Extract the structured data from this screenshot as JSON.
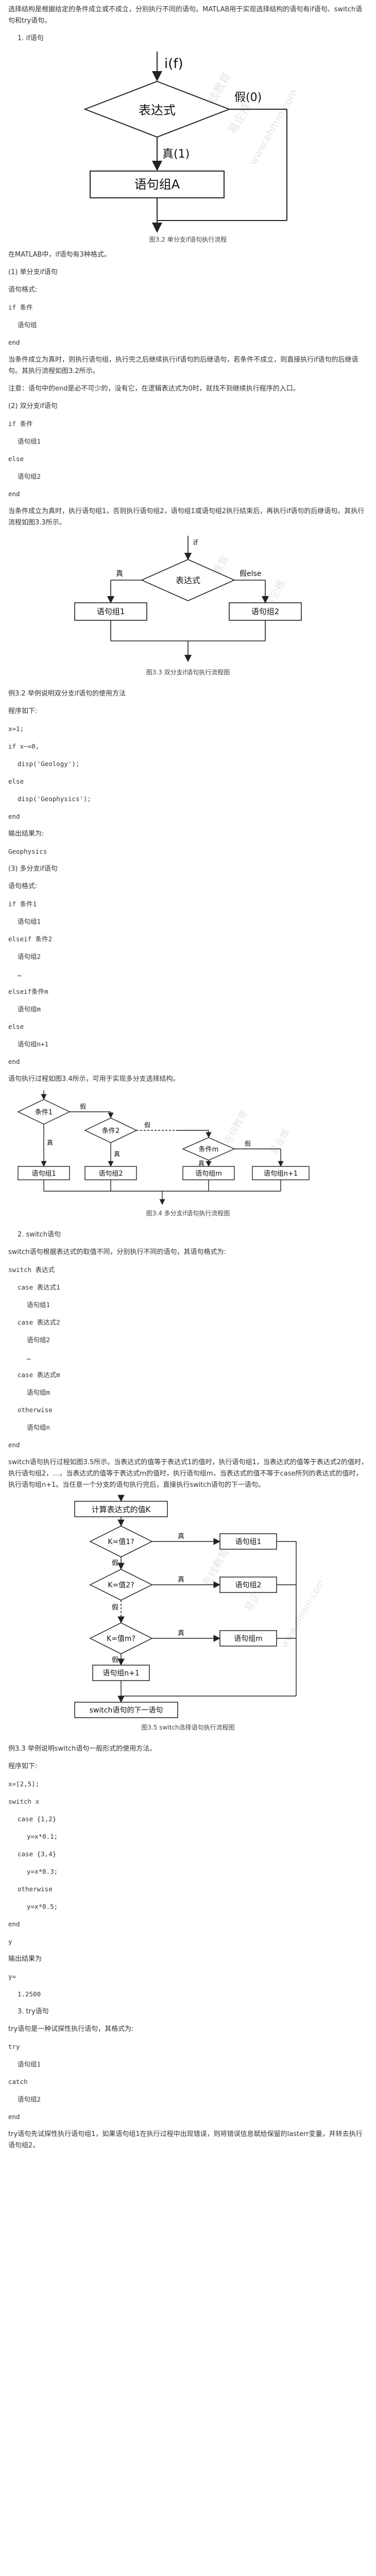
{
  "intro": "选择结构是根据给定的条件成立或不成立，分别执行不同的语句。MATLAB用于实现选择结构的语句有if语句、switch语句和try语句。",
  "sec1_title": "1. if语句",
  "fig1": {
    "caption": "图3.2 单分支if语句执行流程",
    "cond_label": "i(f)",
    "expr_label": "表达式",
    "false_label": "假(0)",
    "true_label": "真(1)",
    "stmt_label": "语句组A",
    "watermarks": [
      "在线教育",
      "易企推",
      "www.ehmm.com"
    ]
  },
  "s1_p1": "在MATLAB中，if语句有3种格式。",
  "s1_single_title": "(1) 单分支if语句",
  "s1_syntax_label": "语句格式:",
  "s1_single_code": [
    "if 条件",
    "语句组",
    "end"
  ],
  "s1_single_desc": "当条件成立为真时，则执行语句组，执行完之后继续执行if语句的后继语句，若条件不成立，则直接执行if语句的后继语句。其执行流程如图3.2所示。",
  "s1_note": "注意：语句中的end是必不可少的，没有它，在逻辑表达式为0时，就找不到继续执行程序的入口。",
  "s1_double_title": "(2) 双分支if语句",
  "s1_double_code": [
    "if 条件",
    "语句组1",
    "else",
    "语句组2",
    "end"
  ],
  "s1_double_desc": "当条件成立为真时，执行语句组1，否则执行语句组2，语句组1或语句组2执行结束后，再执行if语句的后继语句。其执行流程如图3.3所示。",
  "fig2": {
    "caption": "图3.3 双分支if语句执行流程图",
    "if_label": "if",
    "expr_label": "表达式",
    "true_label": "真",
    "else_label": "假else",
    "stmt1": "语句组1",
    "stmt2": "语句组2"
  },
  "ex1_title": "例3.2 举例说明双分支if语句的使用方法",
  "ex1_program_label": "程序如下:",
  "ex1_code": [
    "x=1;",
    "if x~=0,",
    "disp('Geology');",
    "else",
    "disp('Geophysics');",
    "end"
  ],
  "ex1_output_label": "输出结果为:",
  "ex1_output": "Geophysics",
  "s1_multi_title": "(3) 多分支if语句",
  "s1_multi_syntax_label": "语句格式:",
  "s1_multi_code": [
    "if 条件1",
    "语句组1",
    "elseif 条件2",
    "语句组2",
    "…",
    "elseif条件m",
    "语句组m",
    "else",
    "语句组n+1",
    "end"
  ],
  "s1_multi_desc": "语句执行过程如图3.4所示，可用于实现多分支选择结构。",
  "fig3": {
    "caption": "图3.4 多分支if语句执行流程图",
    "cond1": "条件1",
    "cond2": "条件2",
    "condm": "条件m",
    "true_label": "真",
    "false_label": "假",
    "stmt1": "语句组1",
    "stmt2": "语句组2",
    "stmtm": "语句组m",
    "stmtn": "语句组n+1"
  },
  "sec2_title": "2. switch语句",
  "s2_p1": "switch语句根据表达式的取值不同，分别执行不同的语句，其语句格式为:",
  "s2_code": [
    "switch 表达式",
    "case 表达式1",
    "语句组1",
    "case 表达式2",
    "语句组2",
    "…",
    "case 表达式m",
    "语句组m",
    "otherwise",
    "语句组n",
    "end"
  ],
  "s2_desc": "switch语句执行过程如图3.5所示。当表达式的值等于表达式1的值时，执行语句组1，当表达式的值等于表达式2的值时，执行语句组2，…，当表达式的值等于表达式m的值时，执行语句组m，当表达式的值不等于case所列的表达式的值时，执行语句组n+1。当任意一个分支的语句执行完后，直接执行switch语句的下一语句。",
  "fig4": {
    "caption": "图3.5 switch选择语句执行流程图",
    "calc": "计算表达式的值K",
    "k1": "K=值1?",
    "k2": "K=值2?",
    "km": "K=值m?",
    "true_label": "真",
    "false_label": "假",
    "stmt1": "语句组1",
    "stmt2": "语句组2",
    "stmtm": "语句组m",
    "stmtn": "语句组n+1",
    "next": "switch语句的下一语句"
  },
  "ex2_title": "例3.3 举例说明switch语句一般形式的使用方法。",
  "ex2_program_label": "程序如下:",
  "ex2_code": [
    "x=[2,5];",
    "switch x",
    "case {1,2}",
    "y=x*0.1;",
    "case {3,4}",
    "y=x*0.3;",
    "otherwise",
    "y=x*0.5;",
    "end",
    "y"
  ],
  "ex2_output_label": "输出结果为",
  "ex2_output": [
    "y=",
    "1.2500"
  ],
  "sec3_title": "3. try语句",
  "s3_p1": "try语句是一种试探性执行语句，其格式为:",
  "s3_code": [
    "try",
    "语句组1",
    "catch",
    "语句组2",
    "end"
  ],
  "s3_desc": "try语句先试探性执行语句组1，如果语句组1在执行过程中出现错误，则将错误信息赋给保留的lasterr变量，并转去执行语句组2。"
}
